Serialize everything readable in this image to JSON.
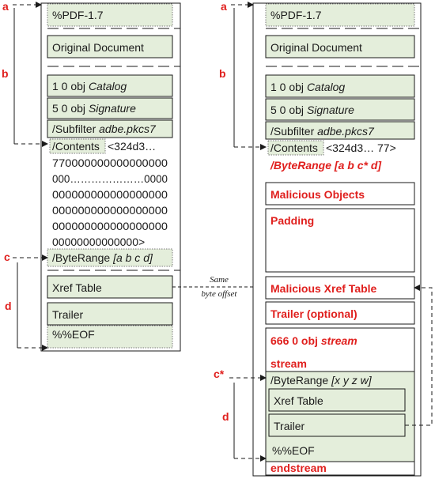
{
  "left": {
    "header": "%PDF-1.7",
    "original_document": "Original Document",
    "catalog_prefix": "1 0 obj ",
    "catalog_type": "Catalog",
    "signature_prefix": "5 0 obj ",
    "signature_type": "Signature",
    "subfilter_prefix": "/Subfilter ",
    "subfilter_value": "adbe.pkcs7",
    "contents_key": "/Contents",
    "contents_lines": [
      "<324d3…",
      "770000000000000000",
      "000…………………0000",
      "000000000000000000",
      "000000000000000000",
      "000000000000000000",
      "00000000000000>"
    ],
    "byterange_prefix": "/ByteRange ",
    "byterange_value": "[a b c d]",
    "xref": "Xref Table",
    "trailer": "Trailer",
    "eof": "%%EOF"
  },
  "right": {
    "header": "%PDF-1.7",
    "original_document": "Original Document",
    "catalog_prefix": "1 0 obj ",
    "catalog_type": "Catalog",
    "signature_prefix": "5 0 obj ",
    "signature_type": "Signature",
    "subfilter_prefix": "/Subfilter ",
    "subfilter_value": "adbe.pkcs7",
    "contents_key": "/Contents",
    "contents_value": "<324d3… 77>",
    "byterange_new": "/ByteRange [a b c* d]",
    "malicious_objects": "Malicious Objects",
    "padding": "Padding",
    "malicious_xref": "Malicious Xref Table",
    "trailer_optional": "Trailer (optional)",
    "stream_obj_prefix": "666 0 obj ",
    "stream_obj_type": "stream",
    "stream": "stream",
    "inner_byterange_prefix": "/ByteRange ",
    "inner_byterange_value": "[x y z w]",
    "inner_xref": "Xref Table",
    "inner_trailer": "Trailer",
    "inner_eof": "%%EOF",
    "endstream": "endstream"
  },
  "labels": {
    "a": "a",
    "b": "b",
    "c": "c",
    "d": "d",
    "ra": "a",
    "rb": "b",
    "rc": "c*",
    "rd": "d"
  },
  "annotation": {
    "line1": "Same",
    "line2": "byte offset"
  },
  "colors": {
    "fill": "#e4eedb",
    "red": "#e0201e",
    "border": "#1a1a1a"
  }
}
